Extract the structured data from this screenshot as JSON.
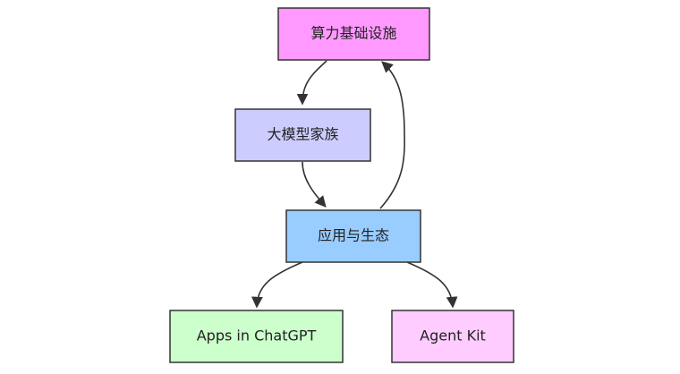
{
  "diagram": {
    "nodes": {
      "compute": {
        "label": "算力基础设施",
        "color": "#ff99ff"
      },
      "models": {
        "label": "大模型家族",
        "color": "#ccccff"
      },
      "apps": {
        "label": "应用与生态",
        "color": "#99ccff"
      },
      "chatgpt_apps": {
        "label": "Apps in ChatGPT",
        "color": "#ccffcc"
      },
      "agent_kit": {
        "label": "Agent Kit",
        "color": "#ffccff"
      }
    },
    "edges": [
      {
        "from": "compute",
        "to": "models"
      },
      {
        "from": "models",
        "to": "apps"
      },
      {
        "from": "apps",
        "to": "compute"
      },
      {
        "from": "apps",
        "to": "chatgpt_apps"
      },
      {
        "from": "apps",
        "to": "agent_kit"
      }
    ]
  }
}
